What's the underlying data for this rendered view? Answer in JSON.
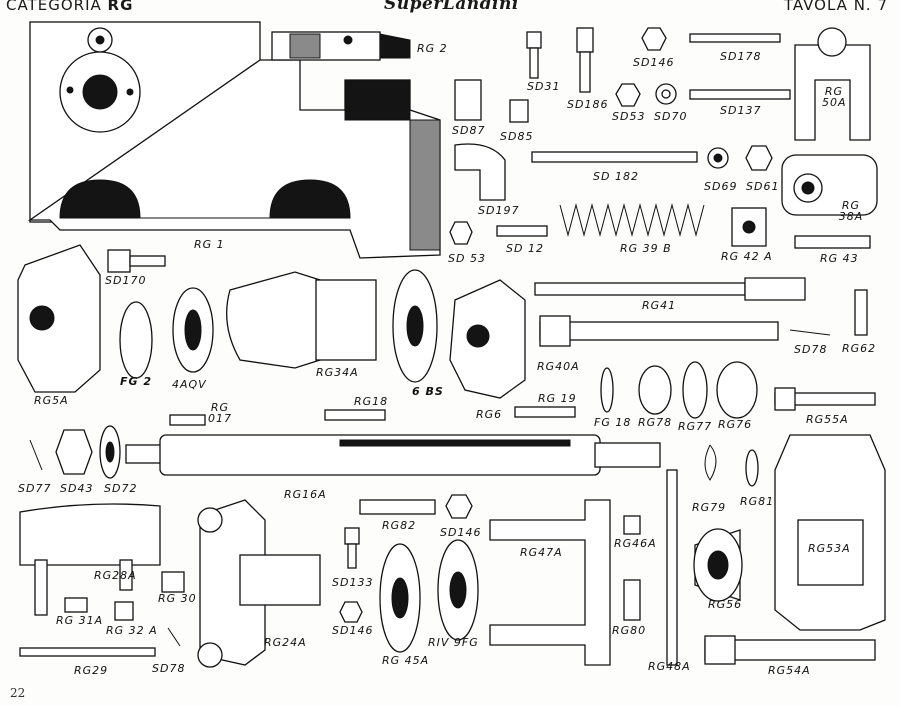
{
  "header": {
    "category_prefix": "CATEGORIA",
    "category_code": "RG",
    "brand": "SuperLandini",
    "plate": "TAVOLA N. 7"
  },
  "page_number": "22",
  "parts": [
    {
      "id": "rg2",
      "label": "RG 2"
    },
    {
      "id": "sd31",
      "label": "SD31"
    },
    {
      "id": "sd186",
      "label": "SD186"
    },
    {
      "id": "sd146a",
      "label": "SD146"
    },
    {
      "id": "sd178",
      "label": "SD178"
    },
    {
      "id": "rg50a",
      "label": "RG 50A"
    },
    {
      "id": "sd87",
      "label": "SD87"
    },
    {
      "id": "sd85",
      "label": "SD85"
    },
    {
      "id": "sd53a",
      "label": "SD53"
    },
    {
      "id": "sd70",
      "label": "SD70"
    },
    {
      "id": "sd137",
      "label": "SD137"
    },
    {
      "id": "sd182",
      "label": "SD 182"
    },
    {
      "id": "sd69",
      "label": "SD69"
    },
    {
      "id": "sd61",
      "label": "SD61"
    },
    {
      "id": "sd197",
      "label": "SD197"
    },
    {
      "id": "rg38a",
      "label": "RG 38A"
    },
    {
      "id": "rg1",
      "label": "RG 1"
    },
    {
      "id": "sd53b",
      "label": "SD 53"
    },
    {
      "id": "sd12",
      "label": "SD 12"
    },
    {
      "id": "rg39b",
      "label": "RG 39 B"
    },
    {
      "id": "rg42a",
      "label": "RG 42 A"
    },
    {
      "id": "rg43",
      "label": "RG 43"
    },
    {
      "id": "sd170",
      "label": "SD170"
    },
    {
      "id": "rg41",
      "label": "RG41"
    },
    {
      "id": "rg5a",
      "label": "RG5A"
    },
    {
      "id": "fg2",
      "label": "FG 2"
    },
    {
      "id": "4aqv",
      "label": "4AQV"
    },
    {
      "id": "rg34a",
      "label": "RG34A"
    },
    {
      "id": "6bs",
      "label": "6 BS"
    },
    {
      "id": "rg6",
      "label": "RG6"
    },
    {
      "id": "rg40a",
      "label": "RG40A"
    },
    {
      "id": "sd78a",
      "label": "SD78"
    },
    {
      "id": "rg62",
      "label": "RG62"
    },
    {
      "id": "rg017",
      "label": "RG 017"
    },
    {
      "id": "rg18",
      "label": "RG18"
    },
    {
      "id": "rg19",
      "label": "RG 19"
    },
    {
      "id": "fg18",
      "label": "FG 18"
    },
    {
      "id": "rg78",
      "label": "RG78"
    },
    {
      "id": "rg77",
      "label": "RG77"
    },
    {
      "id": "rg76",
      "label": "RG76"
    },
    {
      "id": "rg55a",
      "label": "RG55A"
    },
    {
      "id": "sd77",
      "label": "SD77"
    },
    {
      "id": "sd43",
      "label": "SD43"
    },
    {
      "id": "sd72",
      "label": "SD72"
    },
    {
      "id": "rg16a",
      "label": "RG16A"
    },
    {
      "id": "rg79",
      "label": "RG79"
    },
    {
      "id": "rg81",
      "label": "RG81"
    },
    {
      "id": "rg82",
      "label": "RG82"
    },
    {
      "id": "sd146b",
      "label": "SD146"
    },
    {
      "id": "rg47a",
      "label": "RG47A"
    },
    {
      "id": "rg46a",
      "label": "RG46A"
    },
    {
      "id": "rg53a",
      "label": "RG53A"
    },
    {
      "id": "rg28a",
      "label": "RG28A"
    },
    {
      "id": "rg30",
      "label": "RG 30"
    },
    {
      "id": "sd133",
      "label": "SD133"
    },
    {
      "id": "rg56",
      "label": "RG56"
    },
    {
      "id": "rg31a",
      "label": "RG 31A"
    },
    {
      "id": "rg32a",
      "label": "RG 32 A"
    },
    {
      "id": "rg24a",
      "label": "RG24A"
    },
    {
      "id": "sd146c",
      "label": "SD146"
    },
    {
      "id": "rg45a",
      "label": "RG 45A"
    },
    {
      "id": "riv9fg",
      "label": "RIV 9FG"
    },
    {
      "id": "rg80",
      "label": "RG80"
    },
    {
      "id": "rg48a",
      "label": "RG48A"
    },
    {
      "id": "rg54a",
      "label": "RG54A"
    },
    {
      "id": "rg29",
      "label": "RG29"
    },
    {
      "id": "sd78b",
      "label": "SD78"
    }
  ]
}
